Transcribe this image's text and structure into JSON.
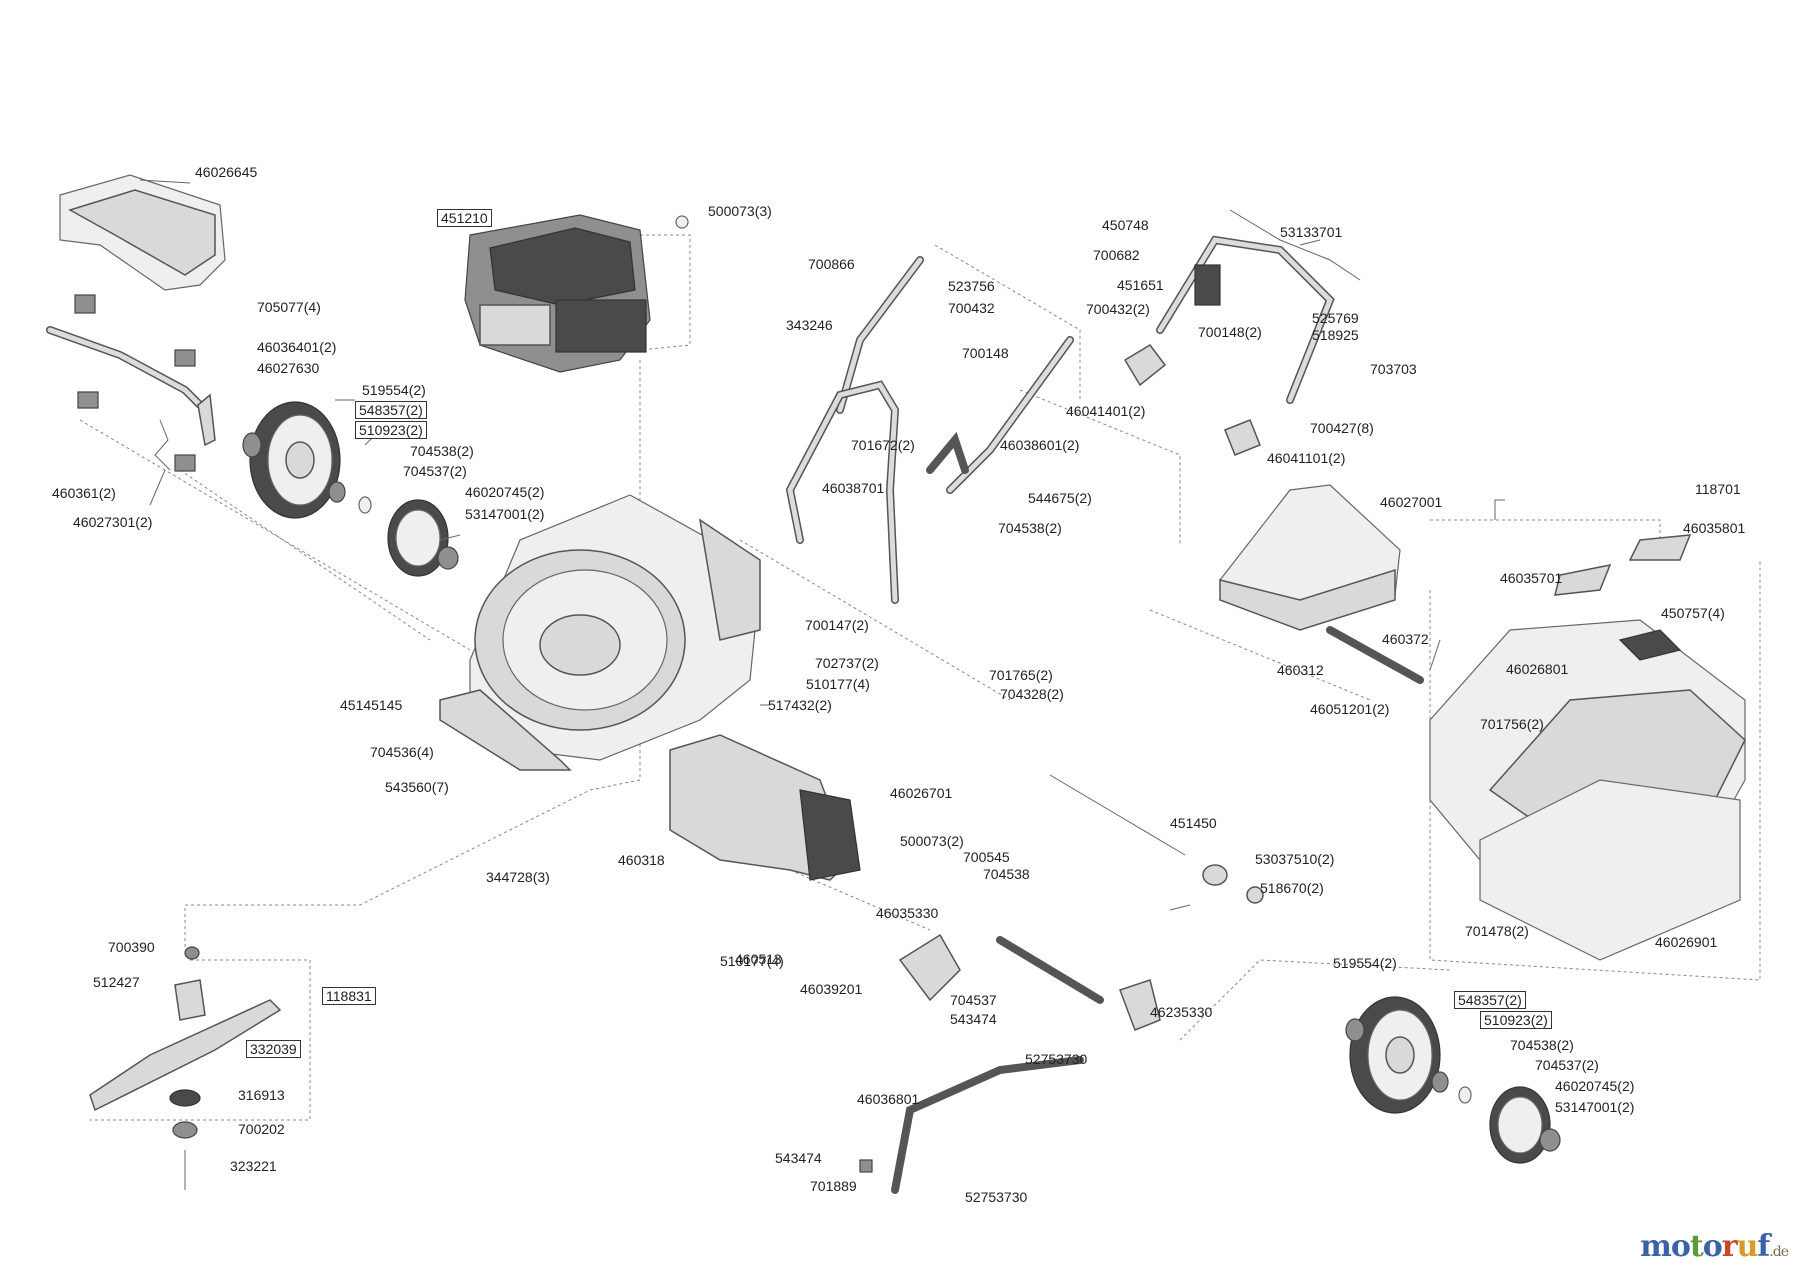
{
  "parts": [
    {
      "id": "p46026645",
      "label": "46026645",
      "boxed": false
    },
    {
      "id": "p451210",
      "label": "451210",
      "boxed": true
    },
    {
      "id": "p500073_3",
      "label": "500073(3)",
      "boxed": false
    },
    {
      "id": "p705077_4",
      "label": "705077(4)",
      "boxed": false
    },
    {
      "id": "p46036401_2",
      "label": "46036401(2)",
      "boxed": false
    },
    {
      "id": "p46027630",
      "label": "46027630",
      "boxed": false
    },
    {
      "id": "p519554_2a",
      "label": "519554(2)",
      "boxed": false
    },
    {
      "id": "p548357_2a",
      "label": "548357(2)",
      "boxed": true
    },
    {
      "id": "p510923_2a",
      "label": "510923(2)",
      "boxed": true
    },
    {
      "id": "p704538_2a",
      "label": "704538(2)",
      "boxed": false
    },
    {
      "id": "p704537_2a",
      "label": "704537(2)",
      "boxed": false
    },
    {
      "id": "p46020745_2a",
      "label": "46020745(2)",
      "boxed": false
    },
    {
      "id": "p53147001_2a",
      "label": "53147001(2)",
      "boxed": false
    },
    {
      "id": "p460361_2",
      "label": "460361(2)",
      "boxed": false
    },
    {
      "id": "p46027301_2",
      "label": "46027301(2)",
      "boxed": false
    },
    {
      "id": "p700866",
      "label": "700866",
      "boxed": false
    },
    {
      "id": "p523756",
      "label": "523756",
      "boxed": false
    },
    {
      "id": "p700432",
      "label": "700432",
      "boxed": false
    },
    {
      "id": "p343246",
      "label": "343246",
      "boxed": false
    },
    {
      "id": "p700148",
      "label": "700148",
      "boxed": false
    },
    {
      "id": "p701672_2",
      "label": "701672(2)",
      "boxed": false
    },
    {
      "id": "p46038601_2",
      "label": "46038601(2)",
      "boxed": false
    },
    {
      "id": "p46038701",
      "label": "46038701",
      "boxed": false
    },
    {
      "id": "p544675_2",
      "label": "544675(2)",
      "boxed": false
    },
    {
      "id": "p704538_2b",
      "label": "704538(2)",
      "boxed": false
    },
    {
      "id": "p450748",
      "label": "450748",
      "boxed": false
    },
    {
      "id": "p53133701",
      "label": "53133701",
      "boxed": false
    },
    {
      "id": "p700682",
      "label": "700682",
      "boxed": false
    },
    {
      "id": "p451651",
      "label": "451651",
      "boxed": false
    },
    {
      "id": "p700432_2",
      "label": "700432(2)",
      "boxed": false
    },
    {
      "id": "p700148_2",
      "label": "700148(2)",
      "boxed": false
    },
    {
      "id": "p525769",
      "label": "525769",
      "boxed": false
    },
    {
      "id": "p518925",
      "label": "518925",
      "boxed": false
    },
    {
      "id": "p703703",
      "label": "703703",
      "boxed": false
    },
    {
      "id": "p46041401_2",
      "label": "46041401(2)",
      "boxed": false
    },
    {
      "id": "p700427_8",
      "label": "700427(8)",
      "boxed": false
    },
    {
      "id": "p46041101_2",
      "label": "46041101(2)",
      "boxed": false
    },
    {
      "id": "p46027001",
      "label": "46027001",
      "boxed": false
    },
    {
      "id": "p118701",
      "label": "118701",
      "boxed": false
    },
    {
      "id": "p46035801",
      "label": "46035801",
      "boxed": false
    },
    {
      "id": "p46035701",
      "label": "46035701",
      "boxed": false
    },
    {
      "id": "p450757_4",
      "label": "450757(4)",
      "boxed": false
    },
    {
      "id": "p460372",
      "label": "460372",
      "boxed": false
    },
    {
      "id": "p460312",
      "label": "460312",
      "boxed": false
    },
    {
      "id": "p46051201_2",
      "label": "46051201(2)",
      "boxed": false
    },
    {
      "id": "p46026801",
      "label": "46026801",
      "boxed": false
    },
    {
      "id": "p701756_2",
      "label": "701756(2)",
      "boxed": false
    },
    {
      "id": "p701478_2",
      "label": "701478(2)",
      "boxed": false
    },
    {
      "id": "p46026901",
      "label": "46026901",
      "boxed": false
    },
    {
      "id": "p700147_2",
      "label": "700147(2)",
      "boxed": false
    },
    {
      "id": "p702737_2",
      "label": "702737(2)",
      "boxed": false
    },
    {
      "id": "p510177_4a",
      "label": "510177(4)",
      "boxed": false
    },
    {
      "id": "p701765_2",
      "label": "701765(2)",
      "boxed": false
    },
    {
      "id": "p704328_2",
      "label": "704328(2)",
      "boxed": false
    },
    {
      "id": "p45145145",
      "label": "45145145",
      "boxed": false
    },
    {
      "id": "p517432_2",
      "label": "517432(2)",
      "boxed": false
    },
    {
      "id": "p704536_4",
      "label": "704536(4)",
      "boxed": false
    },
    {
      "id": "p543560_7",
      "label": "543560(7)",
      "boxed": false
    },
    {
      "id": "p46026701",
      "label": "46026701",
      "boxed": false
    },
    {
      "id": "p451450",
      "label": "451450",
      "boxed": false
    },
    {
      "id": "p500073_2",
      "label": "500073(2)",
      "boxed": false
    },
    {
      "id": "p700545",
      "label": "700545",
      "boxed": false
    },
    {
      "id": "p704538",
      "label": "704538",
      "boxed": false
    },
    {
      "id": "p53037510_2",
      "label": "53037510(2)",
      "boxed": false
    },
    {
      "id": "p518670_2",
      "label": "518670(2)",
      "boxed": false
    },
    {
      "id": "p344728_3",
      "label": "344728(3)",
      "boxed": false
    },
    {
      "id": "p460318",
      "label": "460318",
      "boxed": false
    },
    {
      "id": "p46035330",
      "label": "46035330",
      "boxed": false
    },
    {
      "id": "p460513",
      "label": "460513",
      "boxed": false
    },
    {
      "id": "p510177_4b",
      "label": "510177(4)",
      "boxed": false
    },
    {
      "id": "p46039201",
      "label": "46039201",
      "boxed": false
    },
    {
      "id": "p704537",
      "label": "704537",
      "boxed": false
    },
    {
      "id": "p543474a",
      "label": "543474",
      "boxed": false
    },
    {
      "id": "p46235330",
      "label": "46235330",
      "boxed": false
    },
    {
      "id": "p52753730a",
      "label": "52753730",
      "boxed": false
    },
    {
      "id": "p46036801",
      "label": "46036801",
      "boxed": false
    },
    {
      "id": "p543474b",
      "label": "543474",
      "boxed": false
    },
    {
      "id": "p701889",
      "label": "701889",
      "boxed": false
    },
    {
      "id": "p52753730b",
      "label": "52753730",
      "boxed": false
    },
    {
      "id": "p519554_2b",
      "label": "519554(2)",
      "boxed": false
    },
    {
      "id": "p548357_2b",
      "label": "548357(2)",
      "boxed": true
    },
    {
      "id": "p510923_2b",
      "label": "510923(2)",
      "boxed": true
    },
    {
      "id": "p704538_2c",
      "label": "704538(2)",
      "boxed": false
    },
    {
      "id": "p704537_2b",
      "label": "704537(2)",
      "boxed": false
    },
    {
      "id": "p46020745_2b",
      "label": "46020745(2)",
      "boxed": false
    },
    {
      "id": "p53147001_2b",
      "label": "53147001(2)",
      "boxed": false
    },
    {
      "id": "p700390",
      "label": "700390",
      "boxed": false
    },
    {
      "id": "p512427",
      "label": "512427",
      "boxed": false
    },
    {
      "id": "p118831",
      "label": "118831",
      "boxed": true
    },
    {
      "id": "p332039",
      "label": "332039",
      "boxed": true
    },
    {
      "id": "p316913",
      "label": "316913",
      "boxed": false
    },
    {
      "id": "p700202",
      "label": "700202",
      "boxed": false
    },
    {
      "id": "p323221",
      "label": "323221",
      "boxed": false
    }
  ],
  "logo": {
    "text": "motoruf",
    "suffix": ".de",
    "letter_colors": [
      "#3a62a8",
      "#3a62a8",
      "#5a9a3a",
      "#3a62a8",
      "#c8462a",
      "#d89a2a",
      "#3a62a8"
    ]
  }
}
